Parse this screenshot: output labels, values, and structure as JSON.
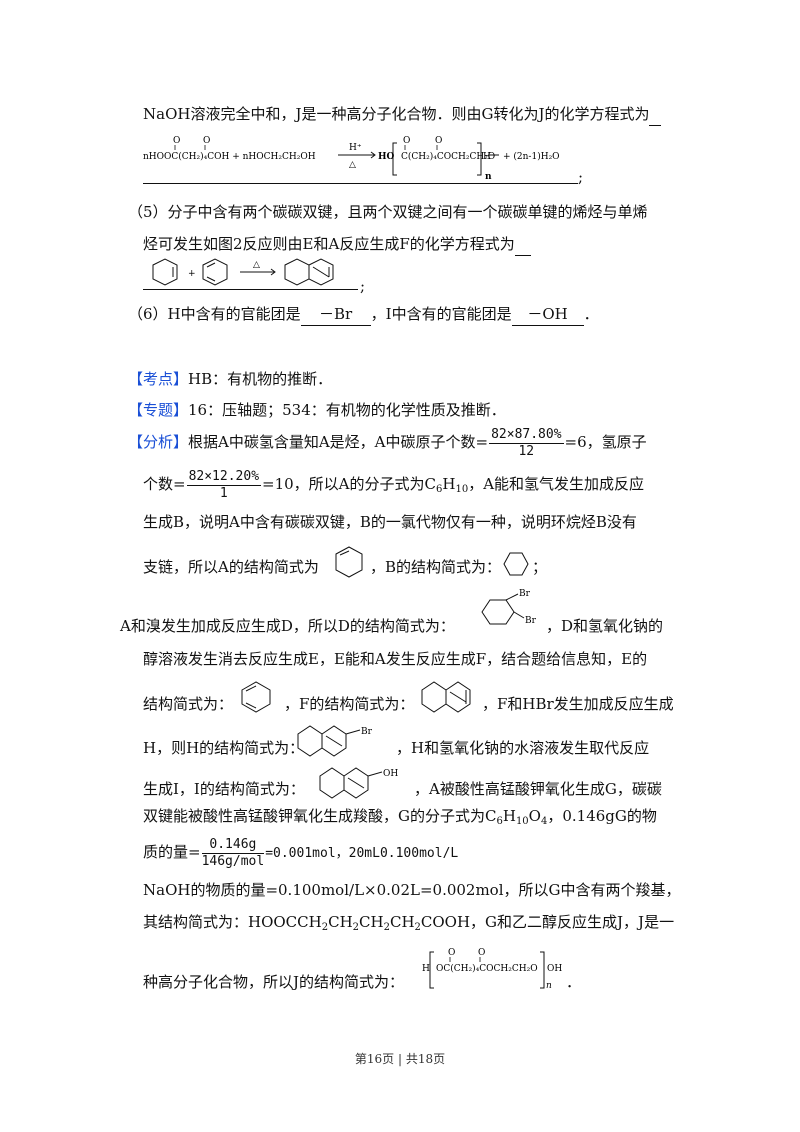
{
  "lines": {
    "l1": "NaOH溶液完全中和，J是一种高分子化合物．则由G转化为J的化学方程式为",
    "eq1": "nHOOC(CH₂)₄COOH + nHOCH₂CH₂OH —H⁺/△→ HO[C(CH₂)₄COOCH₂CH₂O]ₙH + (2n-1)H₂O",
    "l5a": "（5）分子中含有两个碳碳双键，且两个双键之间有一个碳碳单键的烯烃与单烯",
    "l5b": "烃可发生如图2反应则由E和A反应生成F的化学方程式为",
    "l6a": "（6）H中含有的官能团是",
    "l6b": "－Br",
    "l6c": "，I中含有的官能团是",
    "l6d": "－OH",
    "l6e": "．"
  },
  "kaodian": {
    "tag": "【考点】",
    "text": "HB：有机物的推断．"
  },
  "zhuanti": {
    "tag": "【专题】",
    "text": "16：压轴题；534：有机物的化学性质及推断．"
  },
  "fenxi": {
    "tag": "【分析】",
    "p1a": "根据A中碳氢含量知A是烃，A中碳原子个数=",
    "f1num": "82×87.80%",
    "f1den": "12",
    "p1b": "=6，氢原子",
    "p2a": "个数=",
    "f2num": "82×12.20%",
    "f2den": "1",
    "p2b": "=10，所以A的分子式为C",
    "p2c": "6",
    "p2d": "H",
    "p2e": "10",
    "p2f": "，A能和氢气发生加成反应",
    "p3": "生成B，说明A中含有碳碳双键，B的一氯代物仅有一种，说明环烷烃B没有",
    "p4a": "支链，所以A的结构简式为",
    "p4b": "，B的结构简式为：",
    "p4c": "；",
    "p5a": "A和溴发生加成反应生成D，所以D的结构简式为：",
    "p5b": "，D和氢氧化钠的",
    "p6": "醇溶液发生消去反应生成E，E能和A发生反应生成F，结合题给信息知，E的",
    "p7a": "结构简式为：",
    "p7b": "，F的结构简式为：",
    "p7c": "，F和HBr发生加成反应生成",
    "p8a": "H，则H的结构简式为：",
    "p8b": "，H和氢氧化钠的水溶液发生取代反应",
    "p9a": "生成I，I的结构简式为：",
    "p9b": "，A被酸性高锰酸钾氧化生成G，碳碳",
    "p10a": "双键能被酸性高锰酸钾氧化生成羧酸，G的分子式为C",
    "p10b": "6",
    "p10c": "H",
    "p10d": "10",
    "p10e": "O",
    "p10f": "4",
    "p10g": "，0.146gG的物",
    "p11a": "质的量=",
    "f3num": "0.146g",
    "f3den": "146g/mol",
    "p11b": "=0.001mol，20mL0.100mol/L",
    "p12": "NaOH的物质的量=0.100mol/L×0.02L=0.002mol，所以G中含有两个羧基，",
    "p13a": "其结构简式为：HOOCCH",
    "p13b": "2",
    "p13c": "CH",
    "p13d": "2",
    "p13e": "CH",
    "p13f": "2",
    "p13g": "CH",
    "p13h": "2",
    "p13i": "COOH，G和乙二醇反应生成J，J是一",
    "p14a": "种高分子化合物，所以J的结构简式为：",
    "p14b": "．"
  },
  "labels": {
    "br": "Br",
    "oh": "OH",
    "n": "n"
  },
  "footer": "第16页 | 共18页"
}
